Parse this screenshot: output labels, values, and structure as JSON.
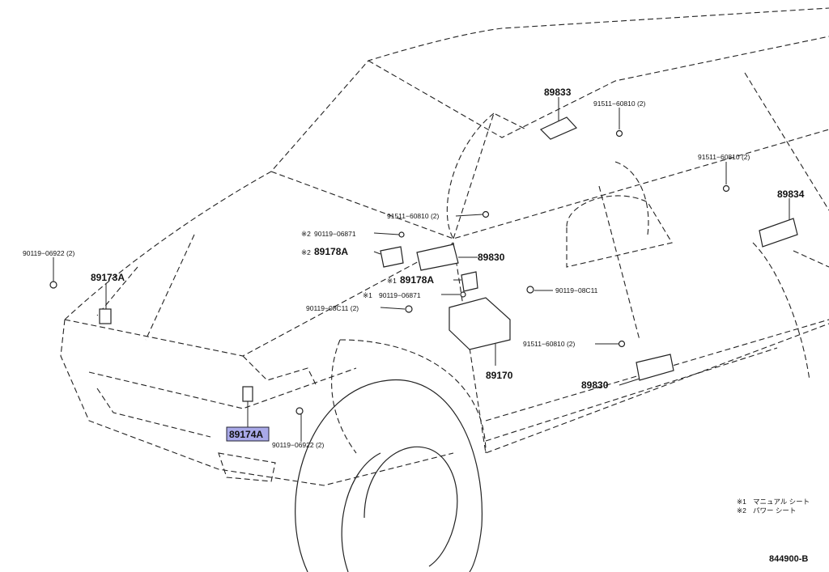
{
  "diagram_code": "844900-B",
  "legend": [
    {
      "mark": "※1",
      "text": "マニュアル シート"
    },
    {
      "mark": "※2",
      "text": "パワー シート"
    }
  ],
  "parts": {
    "p89833": "89833",
    "p89834": "89834",
    "p89830a": "89830",
    "p89830b": "89830",
    "p89170": "89170",
    "p89173A": "89173A",
    "p89174A": "89174A",
    "p89178A_1": "89178A",
    "p89178A_2": "89178A",
    "b_91511_a": "91511−60810 (2)",
    "b_91511_b": "91511−60810 (2)",
    "b_91511_c": "91511−60810 (2)",
    "b_91511_d": "91511−60810 (2)",
    "b_90119_06871_a": "90119−06871",
    "b_90119_06871_b": "90119−06871",
    "b_90119_08C11_a": "90119−08C11",
    "b_90119_08C11_b": "90119−08C11 (2)",
    "b_90119_06922_a": "90119−06922 (2)",
    "b_90119_06922_b": "90119−06922 (2)",
    "mark1": "※1",
    "mark2": "※2"
  },
  "highlight": "#a9a9e8"
}
